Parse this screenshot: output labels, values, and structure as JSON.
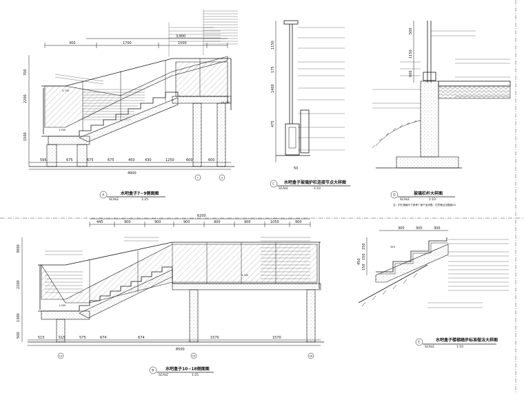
{
  "drawings": {
    "a": {
      "tag": "A",
      "title": "水吧盒子7~9侧面图",
      "scale_label": "SCALE",
      "scale": "1:25",
      "top_dims": [
        "300",
        "1700",
        "1500",
        "3,800"
      ],
      "bottom_dims": [
        "595",
        "675",
        "675",
        "675",
        "450",
        "430",
        "1250",
        "600",
        "600"
      ],
      "total": "4900",
      "left_dims": [
        "2200",
        "1500",
        "700"
      ],
      "levels": [
        "3.750",
        "1.500",
        "±0.000"
      ],
      "axes": [
        "7",
        "9"
      ]
    },
    "b": {
      "tag": "B",
      "title": "水吧盒子10~18侧面图",
      "scale_label": "SCALE",
      "scale": "1:25",
      "top_dims": [
        "445",
        "900",
        "900",
        "900",
        "900",
        "900",
        "1050",
        "900"
      ],
      "total": "6200",
      "bottom_dims": [
        "515",
        "515",
        "575",
        "674",
        "674",
        "1570",
        "1570"
      ],
      "total_bottom": "8500",
      "left_dims": [
        "3000",
        "2200",
        "1300",
        "500"
      ],
      "levels": [
        "3.350",
        "1.000"
      ],
      "axes": [
        "10",
        "14",
        "18"
      ]
    },
    "c": {
      "tag": "C",
      "title": "水吧盒子玻璃护栏连接节点大样图",
      "scale_label": "SCALE",
      "scale": "1:10",
      "dims": [
        "1400",
        "1150",
        "475",
        "175",
        "50"
      ]
    },
    "d": {
      "tag": "D",
      "title": "玻璃栏杆大样图",
      "scale_label": "SCALE",
      "scale": "1:10",
      "note": "注：护栏规格尺寸参考厂家产品详图，栏杆做法见图纸D2",
      "dims": [
        "1150",
        "500",
        "600"
      ]
    },
    "e": {
      "tag": "E",
      "title": "水吧盒子楼梯踏步标准做法大样图",
      "scale_label": "SCALE",
      "scale": "1:10",
      "dims": [
        "300",
        "300",
        "300",
        "150",
        "150",
        "150",
        "450"
      ],
      "slope": "3X3"
    }
  }
}
